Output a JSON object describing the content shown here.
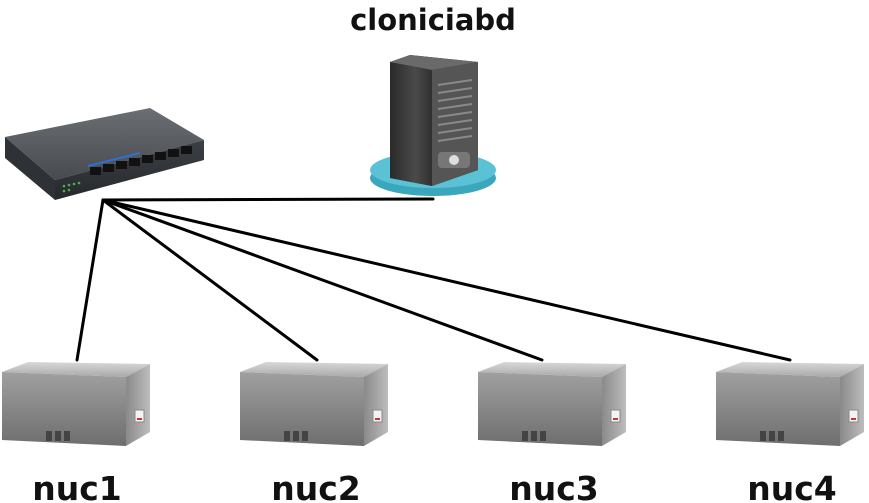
{
  "server": {
    "label": "cloniciabd"
  },
  "switch": {
    "icon": "network-switch-icon"
  },
  "nodes": [
    {
      "label": "nuc1",
      "icon": "mini-pc-icon"
    },
    {
      "label": "nuc2",
      "icon": "mini-pc-icon"
    },
    {
      "label": "nuc3",
      "icon": "mini-pc-icon"
    },
    {
      "label": "nuc4",
      "icon": "mini-pc-icon"
    }
  ],
  "colors": {
    "cable": "#000000",
    "server_base": "#5bc2d6",
    "server_body": "#3a3a3a",
    "switch_ports_accent": "#2f6fd6",
    "nuc_body": "#9a9a9a"
  }
}
